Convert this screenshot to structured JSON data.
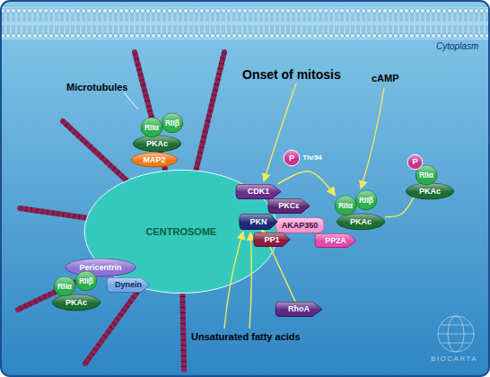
{
  "diagram": {
    "title": "Onset of mitosis",
    "nodes": [
      {
        "text": [
          "RIIα"
        ]
      },
      {
        "text": [
          "RIIβ"
        ]
      },
      {
        "text": [
          "PKAc"
        ]
      },
      {
        "text": [
          "MAP2"
        ]
      },
      {
        "text": [
          "CENTROSOME"
        ]
      },
      {
        "text": [
          "CDK1"
        ]
      },
      {
        "text": [
          "P",
          "Thr54"
        ]
      },
      {
        "text": [
          "PKCε"
        ]
      },
      {
        "text": [
          "RIIα"
        ]
      },
      {
        "text": [
          "RIIβ"
        ]
      },
      {
        "text": [
          "PKAc"
        ]
      },
      {
        "text": [
          "P"
        ]
      },
      {
        "text": [
          "RIIα"
        ]
      },
      {
        "text": [
          "PKAc"
        ]
      },
      {
        "text": [
          "PKN"
        ]
      },
      {
        "text": [
          "AKAP350"
        ]
      },
      {
        "text": [
          "PP1"
        ]
      },
      {
        "text": [
          "PP2A"
        ]
      },
      {
        "text": [
          "Pericentrin"
        ]
      },
      {
        "text": [
          "Dynein"
        ]
      },
      {
        "text": [
          "RIIα"
        ]
      },
      {
        "text": [
          "RIIβ"
        ]
      },
      {
        "text": [
          "PKAc"
        ]
      },
      {
        "text": [
          "RhoA"
        ]
      }
    ],
    "edges": [
      {
        "from": 5,
        "to": 8,
        "arrow": "to"
      },
      {
        "from": 10,
        "to": 12,
        "arrow": "to"
      },
      {
        "from": 23,
        "to": 14,
        "arrow": "to"
      }
    ],
    "labels": [
      "Cytoplasm",
      "Microtubules",
      "cAMP",
      "Unsaturated fatty acids",
      "BIOCARTA"
    ]
  }
}
